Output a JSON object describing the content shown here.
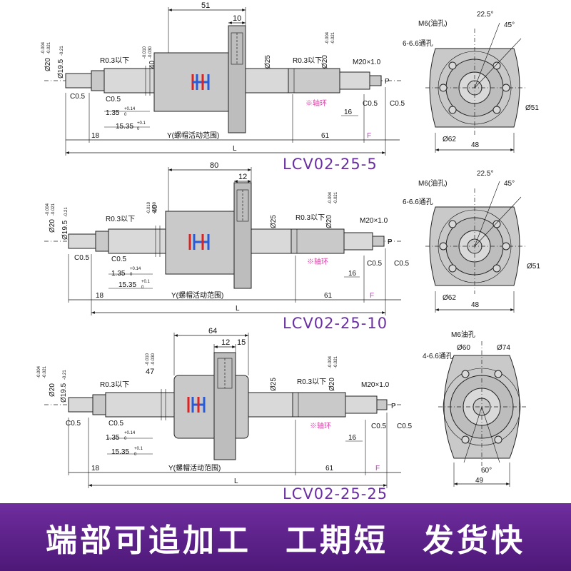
{
  "common": {
    "dia20": "Ø20",
    "tol20_up": "-0.004",
    "tol20_lo": "-0.021",
    "dia19": "Ø19.5",
    "tol19_up": "0",
    "tol19_lo": "-0.21",
    "r03": "R0.3以下",
    "c05": "C0.5",
    "dim135": "1.35",
    "tol135_up": "+0.14",
    "tol135_lo": "0",
    "dim1535": "15.35",
    "tol1535_up": "+0.1",
    "tol1535_lo": "0",
    "dim18": "18",
    "y_range": "Y(螺帽活动范围)",
    "dia25": "Ø25",
    "ring": "※轴环",
    "m20": "M20×1.0",
    "p": "P",
    "dim16": "16",
    "dim61": "61",
    "f": "F",
    "l": "L",
    "m6": "M6(油孔)",
    "holes66": "6-6.6通孔",
    "ang225": "22.5°",
    "ang45": "45°",
    "dia51": "Ø51",
    "dia62": "Ø62",
    "w48": "48"
  },
  "variants": [
    {
      "model": "LCV02-25-5",
      "nut_length": "51",
      "flange_w": "10",
      "flange_dia": "40",
      "flange_up": "-0.010",
      "flange_lo": "-0.030"
    },
    {
      "model": "LCV02-25-10",
      "nut_length": "80",
      "flange_w": "12",
      "flange_dia": "40",
      "flange_up": "-0.010",
      "flange_lo": "-0.030"
    },
    {
      "model": "LCV02-25-25",
      "nut_length": "64",
      "flange_w": "12",
      "flange_w2": "15",
      "flange_dia": "47",
      "flange_up": "-0.010",
      "flange_lo": "-0.030"
    }
  ],
  "third_end": {
    "m6": "M6油孔",
    "dia60": "Ø60",
    "dia74": "Ø74",
    "holes": "4-6.6通孔",
    "ang60": "60°",
    "w49": "49"
  },
  "banner": "端部可追加工　工期短　发货快"
}
